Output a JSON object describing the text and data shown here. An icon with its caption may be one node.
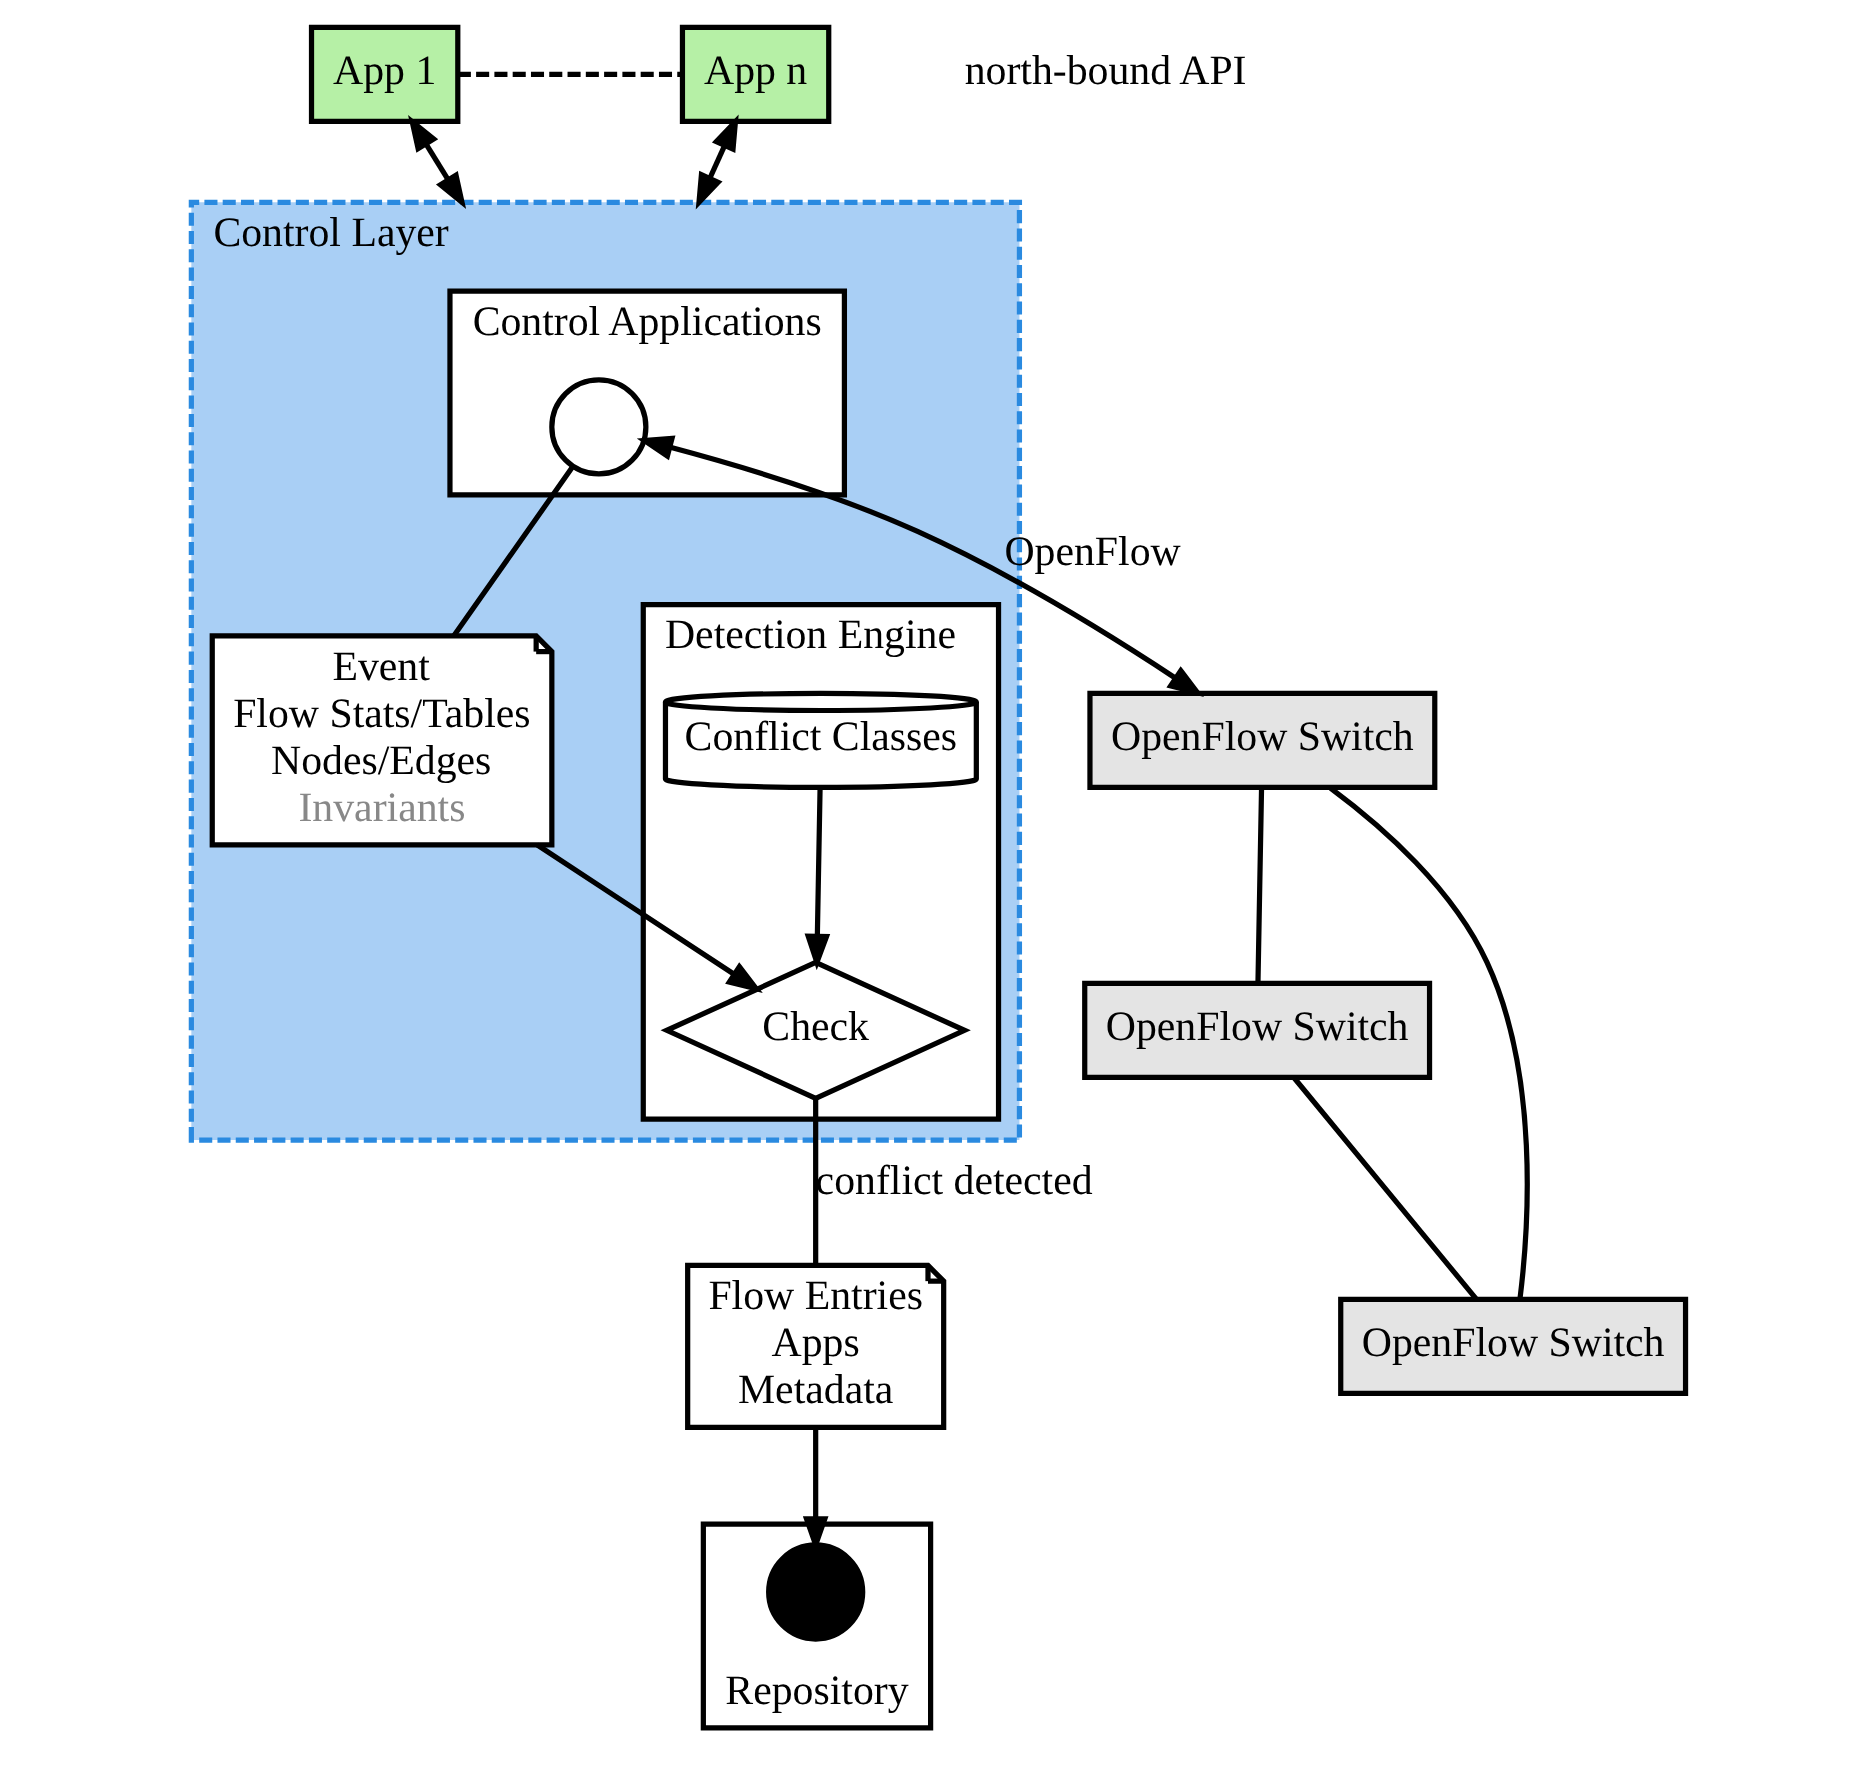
{
  "diagram": {
    "nodes": [
      {
        "text": [
          "App 1"
        ]
      },
      {
        "text": [
          "App n"
        ]
      },
      {
        "text": [
          "Control Layer"
        ]
      },
      {
        "text": [
          "Control Applications"
        ],
        "in": 2
      },
      {
        "text": [],
        "shape": "circle",
        "in": 3
      },
      {
        "text": [
          "Event",
          "Flow Stats/Tables",
          "Nodes/Edges",
          "Invariants"
        ],
        "in": 2
      },
      {
        "text": [
          "Detection Engine"
        ],
        "in": 2
      },
      {
        "text": [
          "Conflict Classes"
        ],
        "in": 6
      },
      {
        "text": [
          "Check"
        ],
        "in": 6
      },
      {
        "text": [
          "Flow Entries",
          "Apps",
          "Metadata"
        ]
      },
      {
        "text": [
          "Repository"
        ]
      },
      {
        "text": [],
        "shape": "circle",
        "in": 10
      },
      {
        "text": [
          "OpenFlow Switch"
        ]
      },
      {
        "text": [
          "OpenFlow Switch"
        ]
      },
      {
        "text": [
          "OpenFlow Switch"
        ]
      }
    ],
    "edges": [
      {
        "from": 0,
        "to": 1,
        "arrow": "none",
        "style": "dashed"
      },
      {
        "from": 0,
        "to": 2,
        "arrow": "both"
      },
      {
        "from": 1,
        "to": 2,
        "arrow": "both"
      },
      {
        "from": 4,
        "to": 5,
        "arrow": "none"
      },
      {
        "from": 5,
        "to": 8,
        "arrow": "to"
      },
      {
        "from": 7,
        "to": 8,
        "arrow": "to"
      },
      {
        "from": 8,
        "to": 9,
        "arrow": "none",
        "label": "conflict detected"
      },
      {
        "from": 9,
        "to": 11,
        "arrow": "to"
      },
      {
        "from": 4,
        "to": 12,
        "arrow": "both",
        "label": "OpenFlow"
      },
      {
        "from": 12,
        "to": 13,
        "arrow": "none"
      },
      {
        "from": 12,
        "to": 14,
        "arrow": "none"
      },
      {
        "from": 13,
        "to": 14,
        "arrow": "none"
      }
    ],
    "labels": [
      "north-bound API"
    ]
  }
}
